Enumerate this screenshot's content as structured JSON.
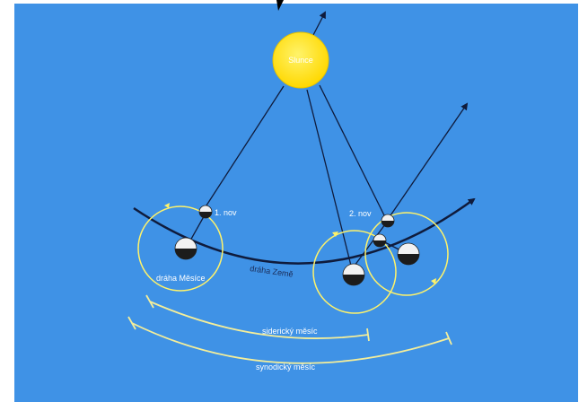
{
  "diagram": {
    "labels": {
      "sun": "Slunce",
      "new_moon_1": "1. nov",
      "new_moon_2": "2. nov",
      "moon_orbit": "dráha Měsíce",
      "earth_orbit": "dráha Země",
      "sidereal_month": "siderický měsíc",
      "synodic_month": "synodický měsíc"
    },
    "colors": {
      "background": "#3f92e6",
      "sun": "#ffe600",
      "moon_orbit": "#fff36a",
      "bracket": "#f4ee9a",
      "lines": "#0f1b3c"
    }
  }
}
